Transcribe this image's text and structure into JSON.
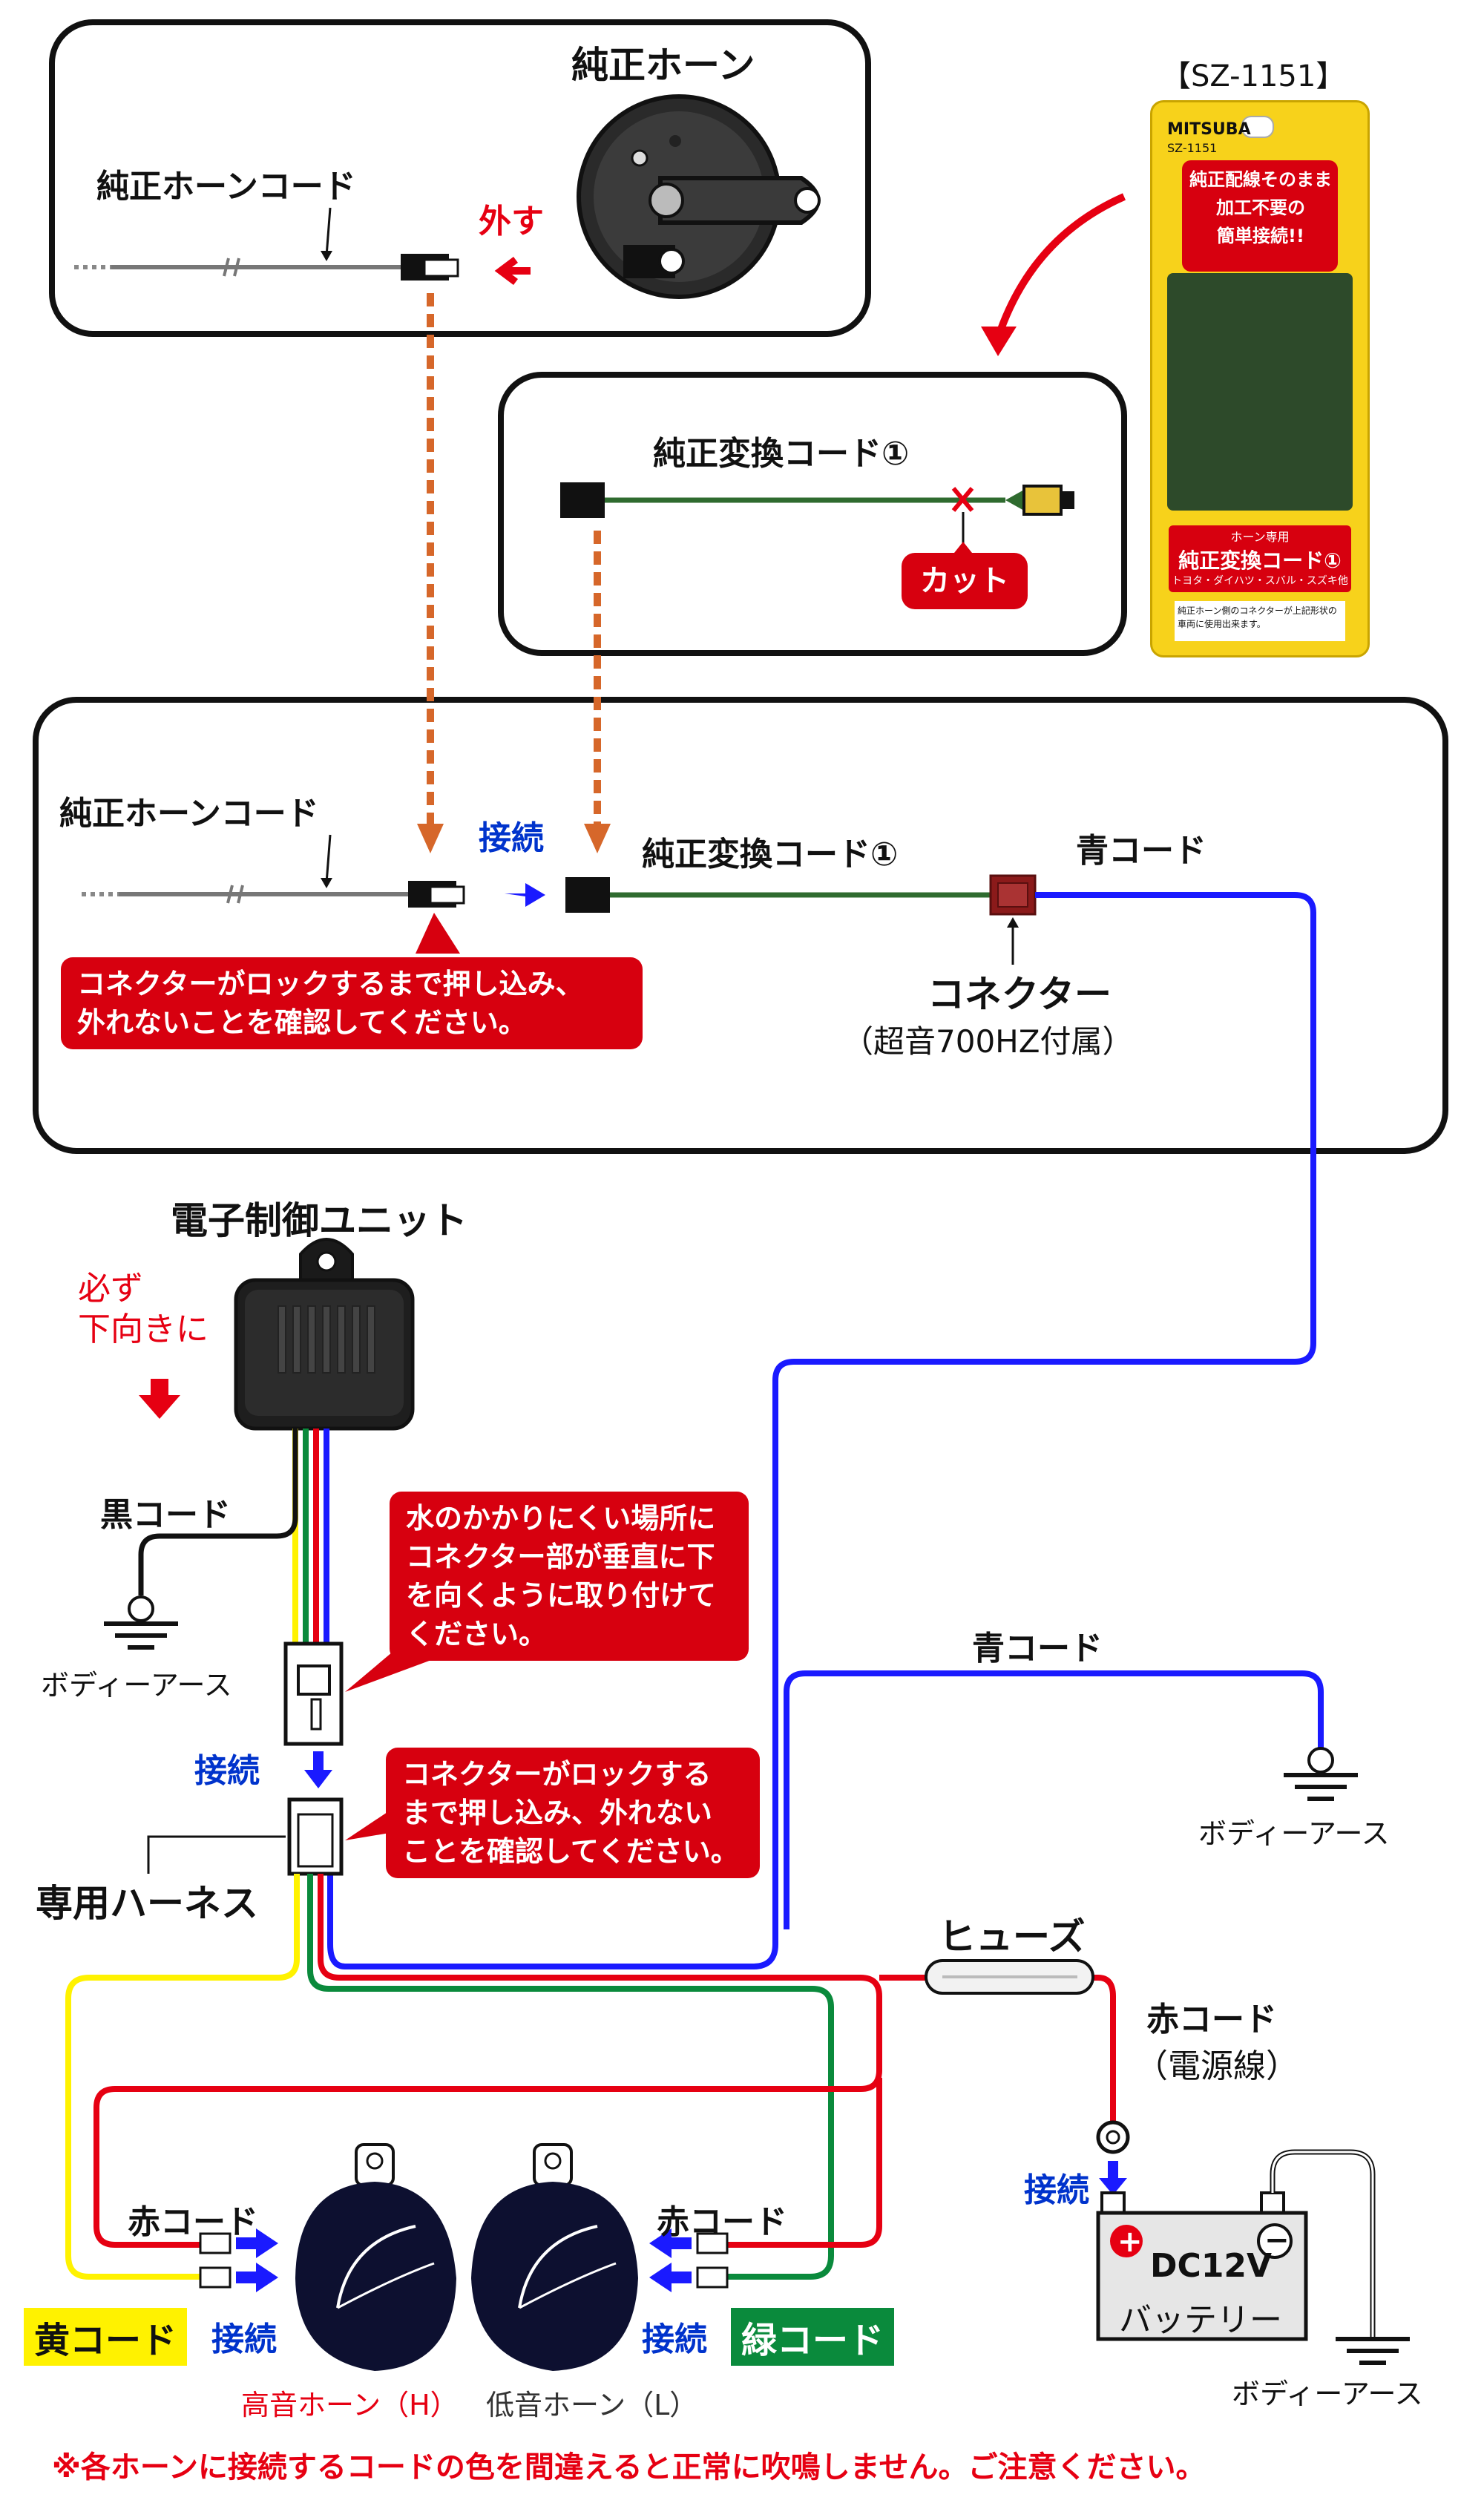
{
  "product": {
    "model_label": "【SZ-1151】",
    "package": {
      "brand": "MITSUBA",
      "model": "SZ-1151",
      "banner_lines": [
        "純正配線そのまま",
        "加工不要の",
        "簡単接続!!"
      ],
      "label_top": "ホーン専用",
      "label_main": "純正変換コード①",
      "label_makers": "トヨタ・ダイハツ・スバル・スズキ他",
      "note": "純正ホーン側のコネクターが上記形状の車両に使用出来ます。"
    }
  },
  "box1": {
    "title": "純正ホーン",
    "cord_label": "純正ホーンコード",
    "remove_label": "外す"
  },
  "box2": {
    "cord_label": "純正変換コード①",
    "cut_label": "カット"
  },
  "box3": {
    "horn_cord_label": "純正ホーンコード",
    "connect_label": "接続",
    "conv_cord_label": "純正変換コード①",
    "blue_cord_label": "青コード",
    "connector_label": "コネクター",
    "connector_sub": "（超音700HZ付属）",
    "lock_callout": [
      "コネクターがロックするまで押し込み、",
      "外れないことを確認してください。"
    ]
  },
  "unit": {
    "title": "電子制御ユニット",
    "orientation": [
      "必ず",
      "下向きに"
    ],
    "black_cord": "黒コード",
    "ground_left": "ボディーアース",
    "water_callout": [
      "水のかかりにくい場所に",
      "コネクター部が垂直に下",
      "を向くように取り付けて",
      "ください。"
    ],
    "connect_label": "接続",
    "lock_callout": [
      "コネクターがロックする",
      "まで押し込み、外れない",
      "ことを確認してください。"
    ],
    "harness_label": "専用ハーネス"
  },
  "right": {
    "blue_cord_label": "青コード",
    "ground_mid": "ボディーアース",
    "fuse_label": "ヒューズ",
    "red_cord_label": "赤コード",
    "red_cord_sub": "（電源線）",
    "connect_label": "接続",
    "battery_line1": "DC12V",
    "battery_line2": "バッテリー",
    "plus": "+",
    "minus": "−",
    "ground_right": "ボディーアース"
  },
  "horns": {
    "left_red": "赤コード",
    "right_red": "赤コード",
    "yellow_tag": "黄コード",
    "green_tag": "緑コード",
    "connect_left": "接続",
    "connect_right": "接続",
    "high_label": "高音ホーン（H）",
    "low_label": "低音ホーン（L）"
  },
  "footer": "※各ホーンに接続するコードの色を間違えると正常に吹鳴しません。ご注意ください。",
  "colors": {
    "red": "#e60012",
    "blue": "#1a1aff",
    "yellow": "#fff200",
    "green": "#0a8a3c",
    "dashed_orange": "#d6672a"
  }
}
